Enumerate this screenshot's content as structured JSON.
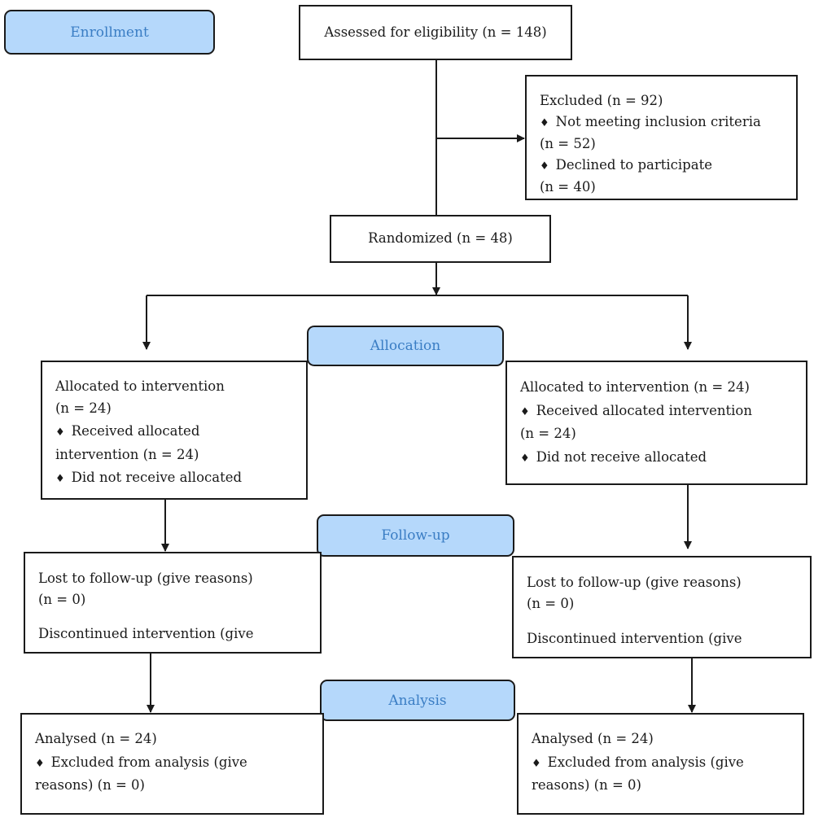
{
  "colors": {
    "stage_fill": "#b5d8fb",
    "stage_text": "#3a7dc4",
    "line": "#1a1a1a"
  },
  "stages": {
    "enrollment": "Enrollment",
    "allocation": "Allocation",
    "followup": "Follow-up",
    "analysis": "Analysis"
  },
  "assessed": "Assessed for eligibility (n = 148)",
  "excluded": {
    "title": "Excluded (n = 92)",
    "not_meeting": "Not meeting inclusion criteria",
    "not_meeting_n": "(n = 52)",
    "declined": "Declined to participate",
    "declined_n": "(n = 40)"
  },
  "randomized": "Randomized (n = 48)",
  "left": {
    "alloc_l1": "Allocated to intervention",
    "alloc_l2": "(n = 24)",
    "received_l1": "Received allocated",
    "received_l2": "intervention (n = 24)",
    "not_received": "Did not receive allocated",
    "lost": "Lost to follow-up (give reasons)",
    "lost_n": "(n = 0)",
    "discontinued": "Discontinued intervention (give",
    "analysed": "Analysed (n = 24)",
    "excluded_l1": "Excluded from analysis (give",
    "excluded_l2": "reasons) (n = 0)"
  },
  "right": {
    "alloc_l1": "Allocated to intervention (n = 24)",
    "received_l1": "Received allocated intervention",
    "received_l2": "(n = 24)",
    "not_received": "Did not receive allocated",
    "lost": "Lost to follow-up (give reasons)",
    "lost_n": "(n = 0)",
    "discontinued": "Discontinued intervention (give",
    "analysed": "Analysed (n = 24)",
    "excluded_l1": "Excluded from analysis (give",
    "excluded_l2": "reasons) (n = 0)"
  }
}
